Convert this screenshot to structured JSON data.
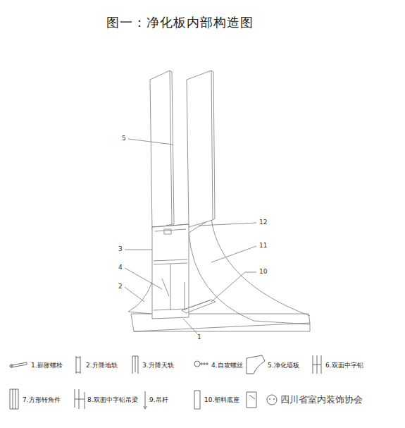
{
  "diagram": {
    "title": "图一：净化板内部构造图",
    "labels": [
      "5",
      "12",
      "3",
      "11",
      "4",
      "10",
      "2",
      "1",
      "1.膨胀螺栓",
      "2.升降地轨",
      "3.升降天轨",
      "4.自攻螺丝",
      "5.净化墙板",
      "6.双面中字铝",
      "7.方形转角件",
      "8.双面中字铝吊梁",
      "9.吊杆",
      "10.塑料底座",
      "四川省室内装饰协会"
    ]
  }
}
